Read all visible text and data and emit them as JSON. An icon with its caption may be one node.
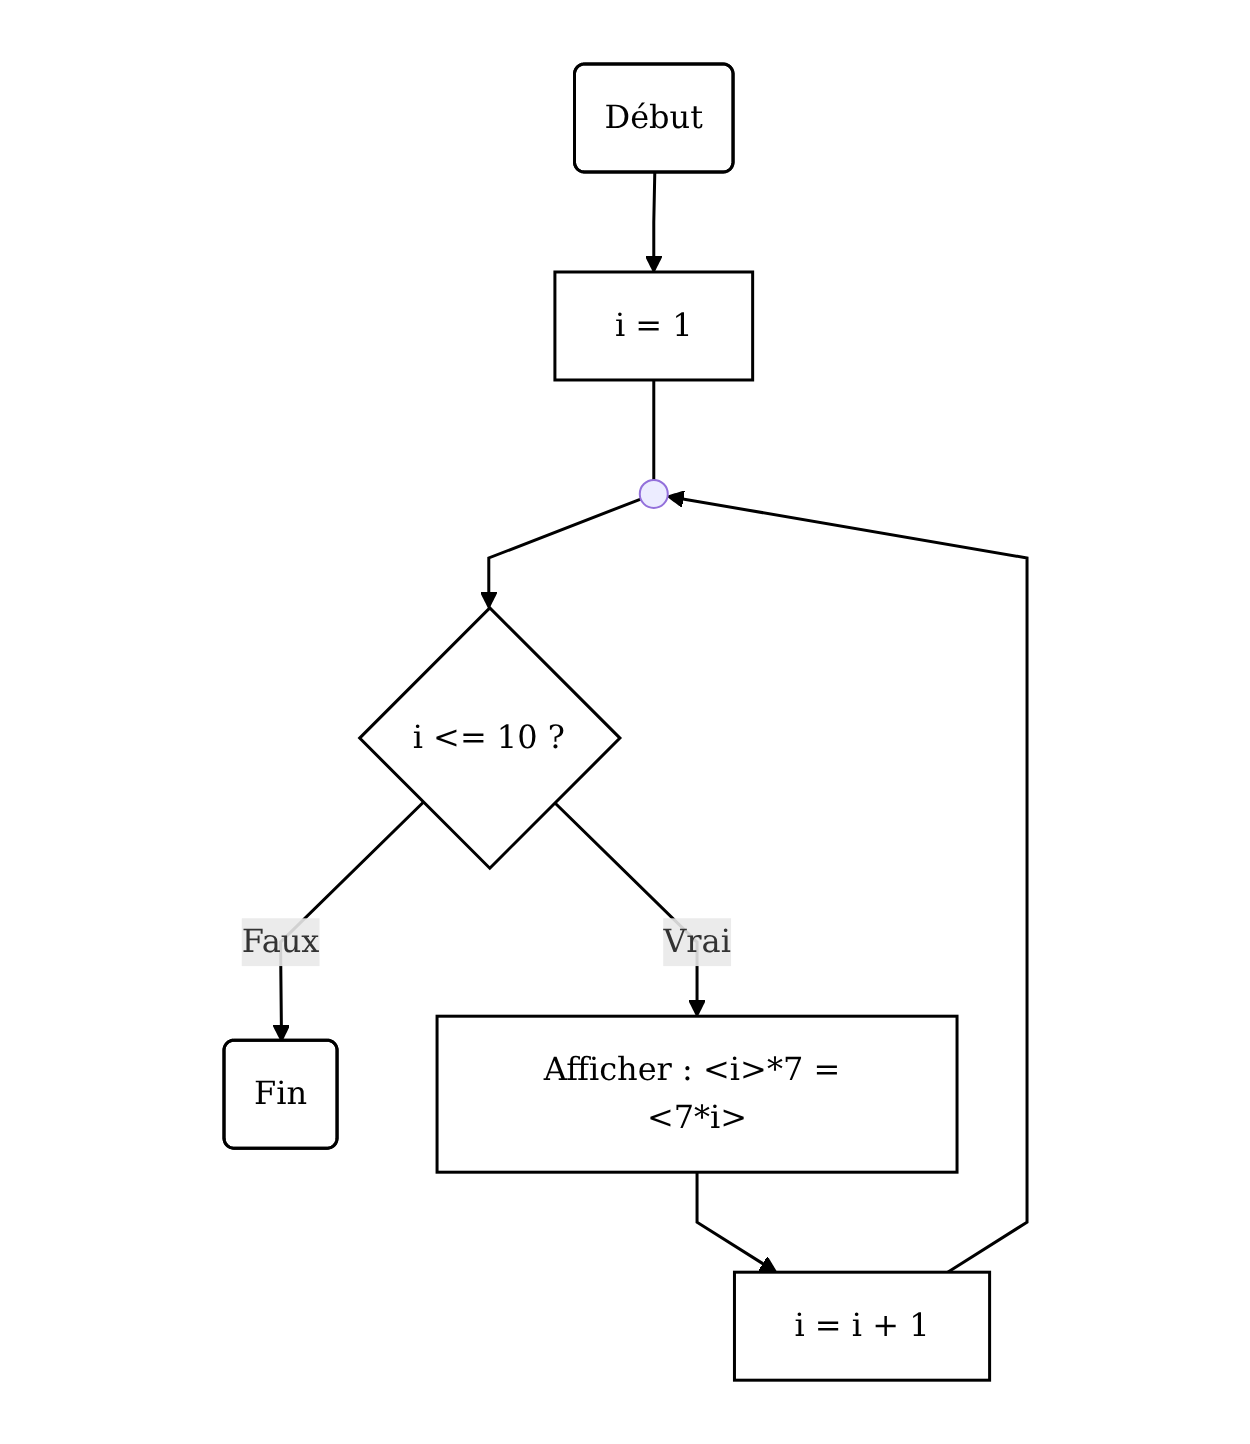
{
  "diagram": {
    "nodes": [
      {
        "text": [
          "Début"
        ]
      },
      {
        "text": [
          "i = 1"
        ]
      },
      {
        "text": [],
        "shape": "circle"
      },
      {
        "text": [
          "i <= 10 ?"
        ]
      },
      {
        "text": [
          "Fin"
        ]
      },
      {
        "text": [
          "Afficher : <i>*7 = <7*i>"
        ]
      },
      {
        "text": [
          "i = i + 1"
        ]
      }
    ],
    "edges": [
      {
        "from": 0,
        "to": 1,
        "arrow": "to"
      },
      {
        "from": 1,
        "to": 2,
        "arrow": "none"
      },
      {
        "from": 2,
        "to": 3,
        "arrow": "to"
      },
      {
        "from": 3,
        "to": 4,
        "arrow": "to",
        "label": "Faux"
      },
      {
        "from": 3,
        "to": 5,
        "arrow": "to",
        "label": "Vrai"
      },
      {
        "from": 5,
        "to": 6,
        "arrow": "to"
      },
      {
        "from": 6,
        "to": 2,
        "arrow": "to"
      }
    ]
  }
}
